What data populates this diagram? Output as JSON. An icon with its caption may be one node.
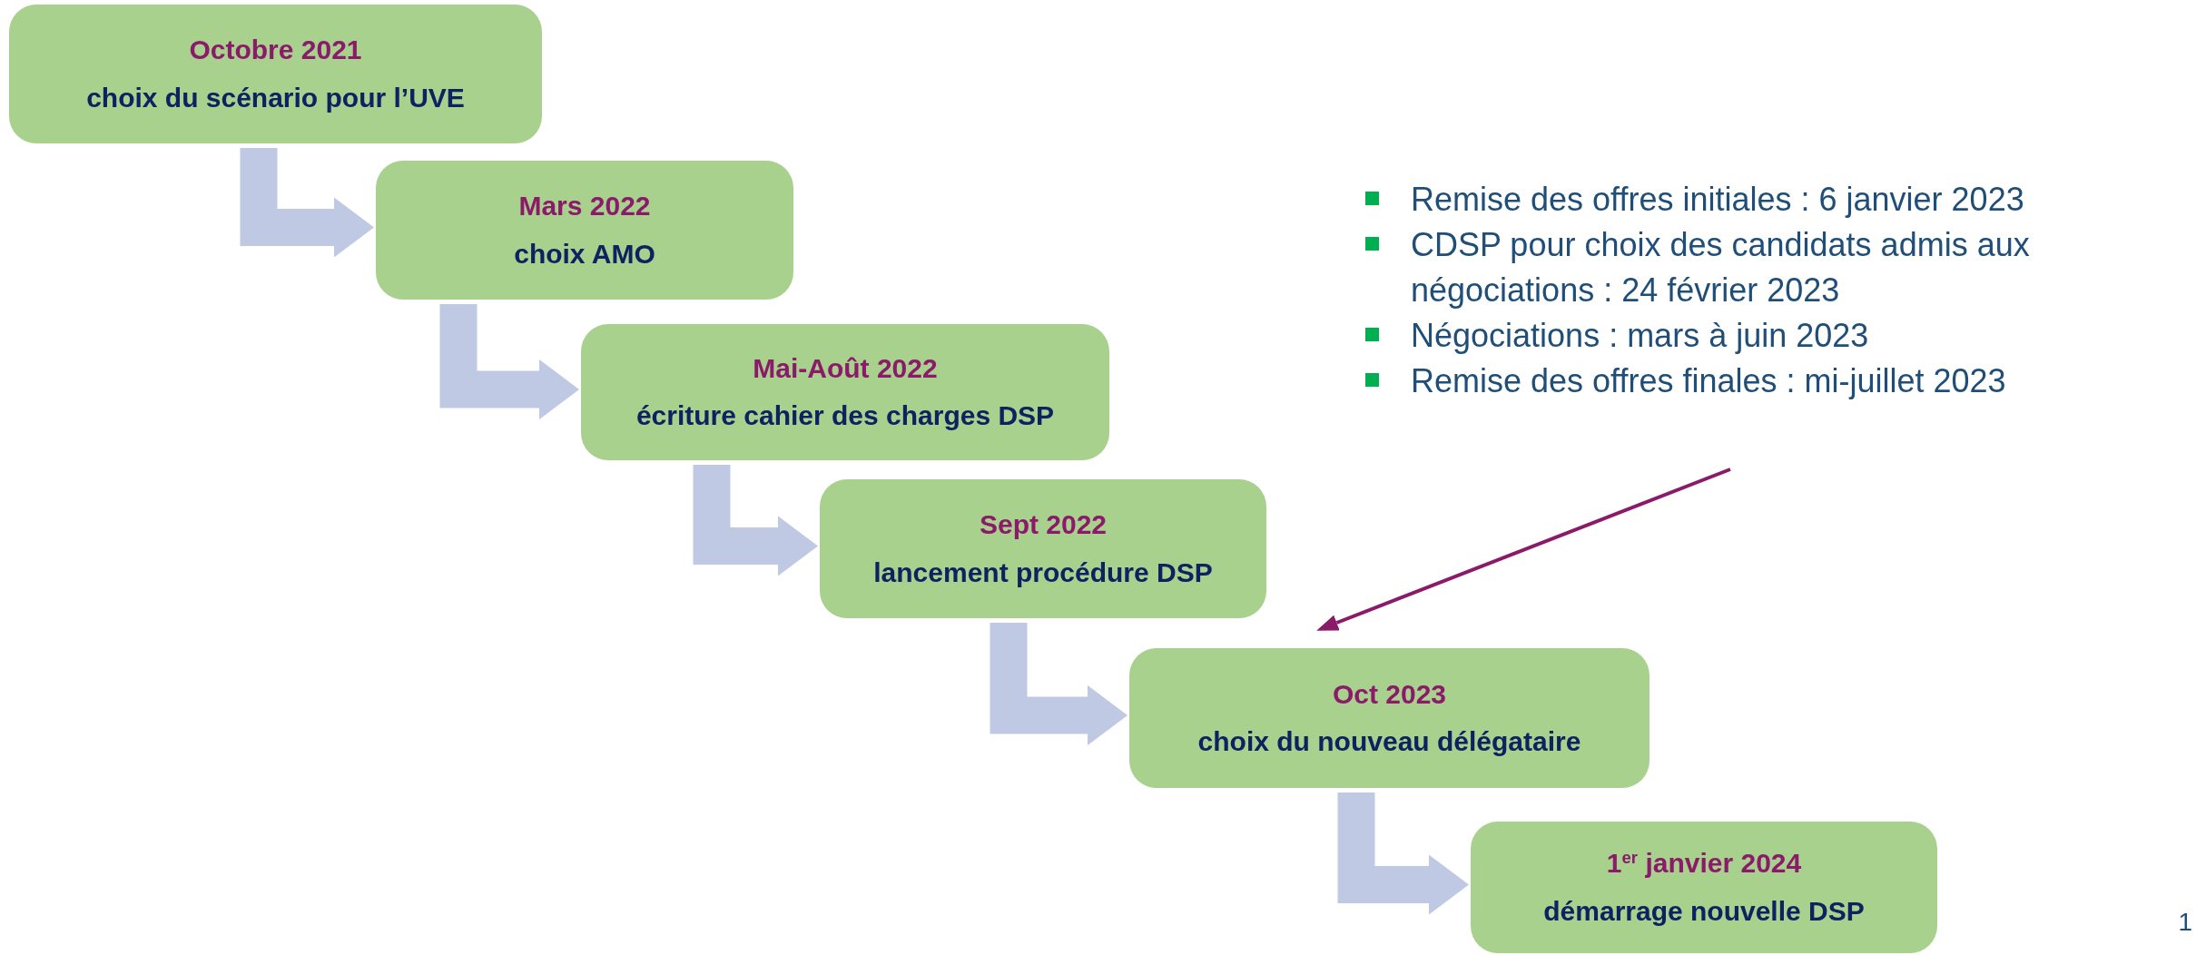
{
  "diagram": {
    "nodes": [
      {
        "text": [
          "Octobre 2021",
          "choix du scénario pour l’UVE"
        ]
      },
      {
        "text": [
          "Mars 2022",
          "choix AMO"
        ]
      },
      {
        "text": [
          "Mai-Août 2022",
          "écriture cahier des charges DSP"
        ]
      },
      {
        "text": [
          "Sept 2022",
          "lancement procédure DSP"
        ]
      },
      {
        "text": [
          "Oct 2023",
          "choix du nouveau délégataire"
        ]
      },
      {
        "text": [
          "1$^{er}$ janvier 2024",
          "démarrage nouvelle DSP"
        ]
      },
      {
        "text": [
          "Remise des offres initiales : 6 janvier 2023",
          "CDSP pour choix des candidats admis aux négociations : 24 février 2023",
          "Négociations : mars à juin 2023",
          "Remise des offres finales : mi-juillet 2023"
        ]
      }
    ],
    "edges": [
      {
        "from": 0,
        "to": 1,
        "arrow": "to"
      },
      {
        "from": 1,
        "to": 2,
        "arrow": "to"
      },
      {
        "from": 2,
        "to": 3,
        "arrow": "to"
      },
      {
        "from": 3,
        "to": 4,
        "arrow": "to"
      },
      {
        "from": 4,
        "to": 5,
        "arrow": "to"
      },
      {
        "from": 6,
        "to": 4,
        "arrow": "to",
        "color": "#8b1a6b"
      }
    ],
    "labels": [
      "1"
    ]
  }
}
